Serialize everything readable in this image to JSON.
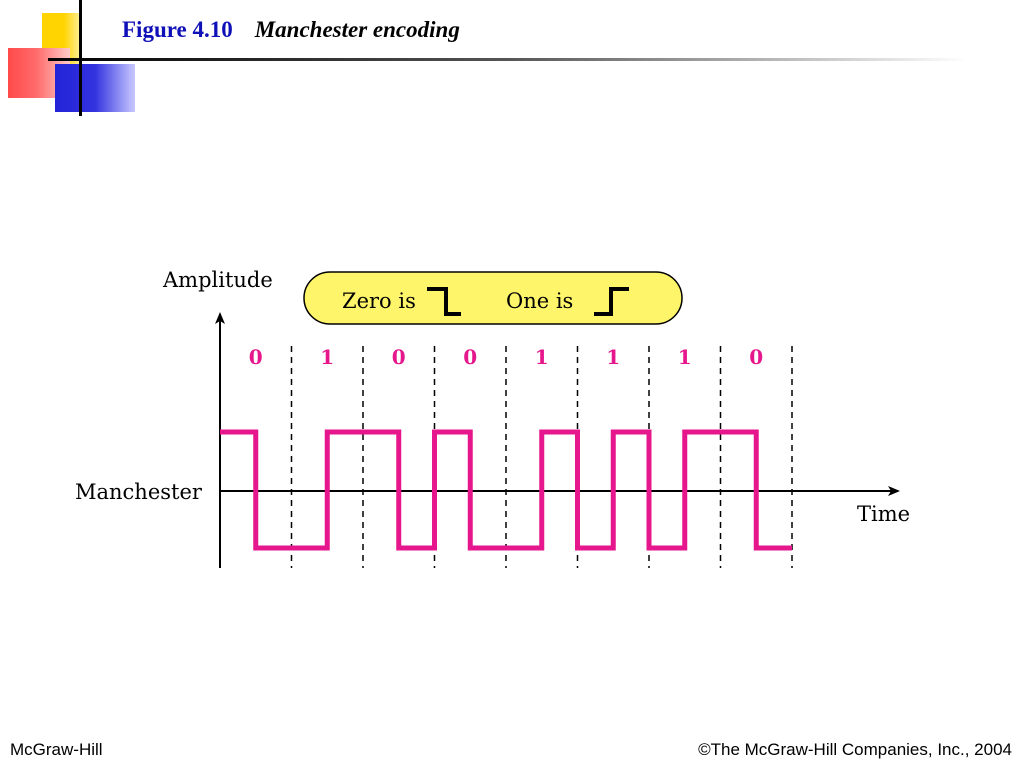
{
  "slide": {
    "figure_number": "Figure 4.10",
    "figure_title": "Manchester encoding"
  },
  "diagram": {
    "y_axis_label": "Amplitude",
    "x_axis_label": "Time",
    "row_label": "Manchester",
    "legend": {
      "zero_text": "Zero is",
      "zero_symbol": "high-to-low transition",
      "one_text": "One is",
      "one_symbol": "low-to-high transition"
    },
    "bits": [
      "0",
      "1",
      "0",
      "0",
      "1",
      "1",
      "1",
      "0"
    ],
    "colors": {
      "signal": "#e6168c",
      "bits": "#e6168c",
      "legend_fill": "#fff56b",
      "title_blue": "#1010b8"
    }
  },
  "footer": {
    "left": "McGraw-Hill",
    "right": "©The McGraw-Hill Companies, Inc., 2004"
  }
}
